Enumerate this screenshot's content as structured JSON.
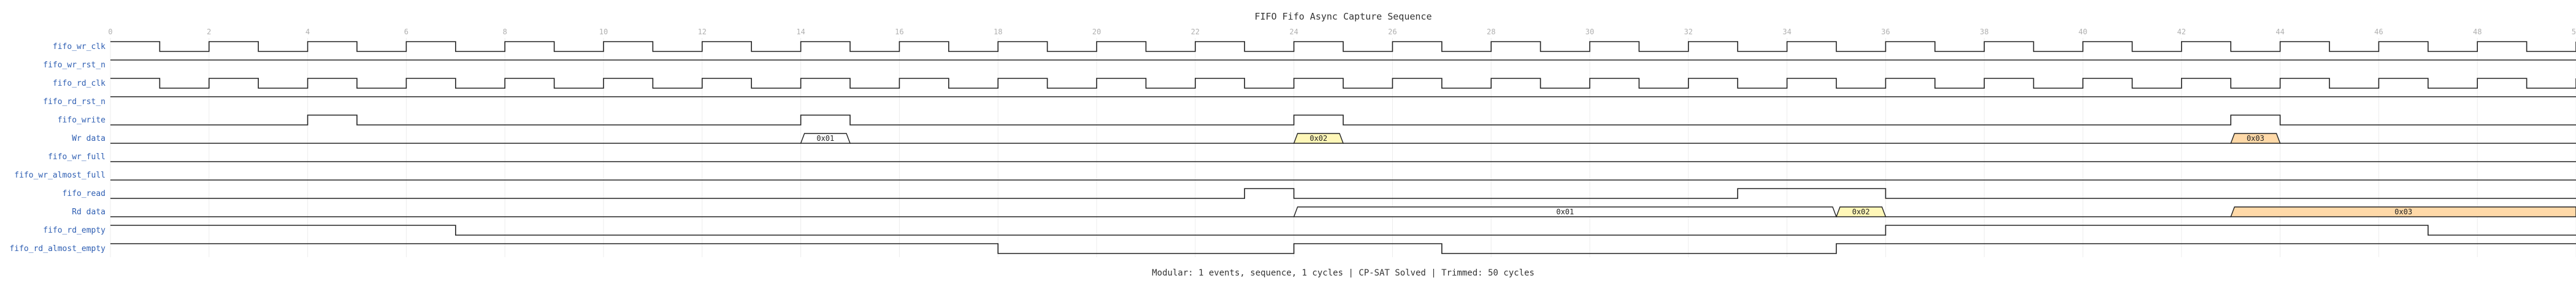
{
  "diagram": {
    "title": "FIFO Fifo Async Capture Sequence",
    "footer": "Modular: 1 events, sequence, 1 cycles | CP-SAT Solved | Trimmed: 50 cycles",
    "cycles": 50,
    "tick_step": 2,
    "signals": [
      {
        "name": "fifo_wr_clk",
        "type": "clock",
        "period": 2,
        "phase": 0
      },
      {
        "name": "fifo_wr_rst_n",
        "type": "constant",
        "level": 1
      },
      {
        "name": "fifo_rd_clk",
        "type": "clock",
        "period": 2,
        "phase": 0
      },
      {
        "name": "fifo_rd_rst_n",
        "type": "constant",
        "level": 1
      },
      {
        "name": "fifo_write",
        "type": "pulses",
        "high": [
          [
            4,
            5
          ],
          [
            14,
            15
          ],
          [
            24,
            25
          ],
          [
            43,
            44
          ]
        ]
      },
      {
        "name": "Wr data",
        "type": "bus",
        "values": [
          {
            "start": 14,
            "end": 15,
            "label": "0x01",
            "color": "#ffffff"
          },
          {
            "start": 24,
            "end": 25,
            "label": "0x02",
            "color": "#fff7b8"
          },
          {
            "start": 43,
            "end": 44,
            "label": "0x03",
            "color": "#ffd9a8"
          }
        ]
      },
      {
        "name": "fifo_wr_full",
        "type": "constant",
        "level": 0
      },
      {
        "name": "fifo_wr_almost_full",
        "type": "constant",
        "level": 0
      },
      {
        "name": "fifo_read",
        "type": "pulses",
        "high": [
          [
            23,
            24
          ],
          [
            33,
            36
          ]
        ]
      },
      {
        "name": "Rd data",
        "type": "bus",
        "values": [
          {
            "start": 24,
            "end": 35,
            "label": "0x01",
            "color": "#ffffff"
          },
          {
            "start": 35,
            "end": 36,
            "label": "0x02",
            "color": "#fff7b8"
          },
          {
            "start": 43,
            "end": 50,
            "label": "0x03",
            "color": "#ffd9a8"
          }
        ]
      },
      {
        "name": "fifo_rd_empty",
        "type": "pulses",
        "high": [
          [
            0,
            7
          ],
          [
            36,
            47
          ]
        ]
      },
      {
        "name": "fifo_rd_almost_empty",
        "type": "pulses",
        "high": [
          [
            0,
            18
          ],
          [
            24,
            27
          ],
          [
            35,
            50
          ]
        ]
      }
    ]
  }
}
